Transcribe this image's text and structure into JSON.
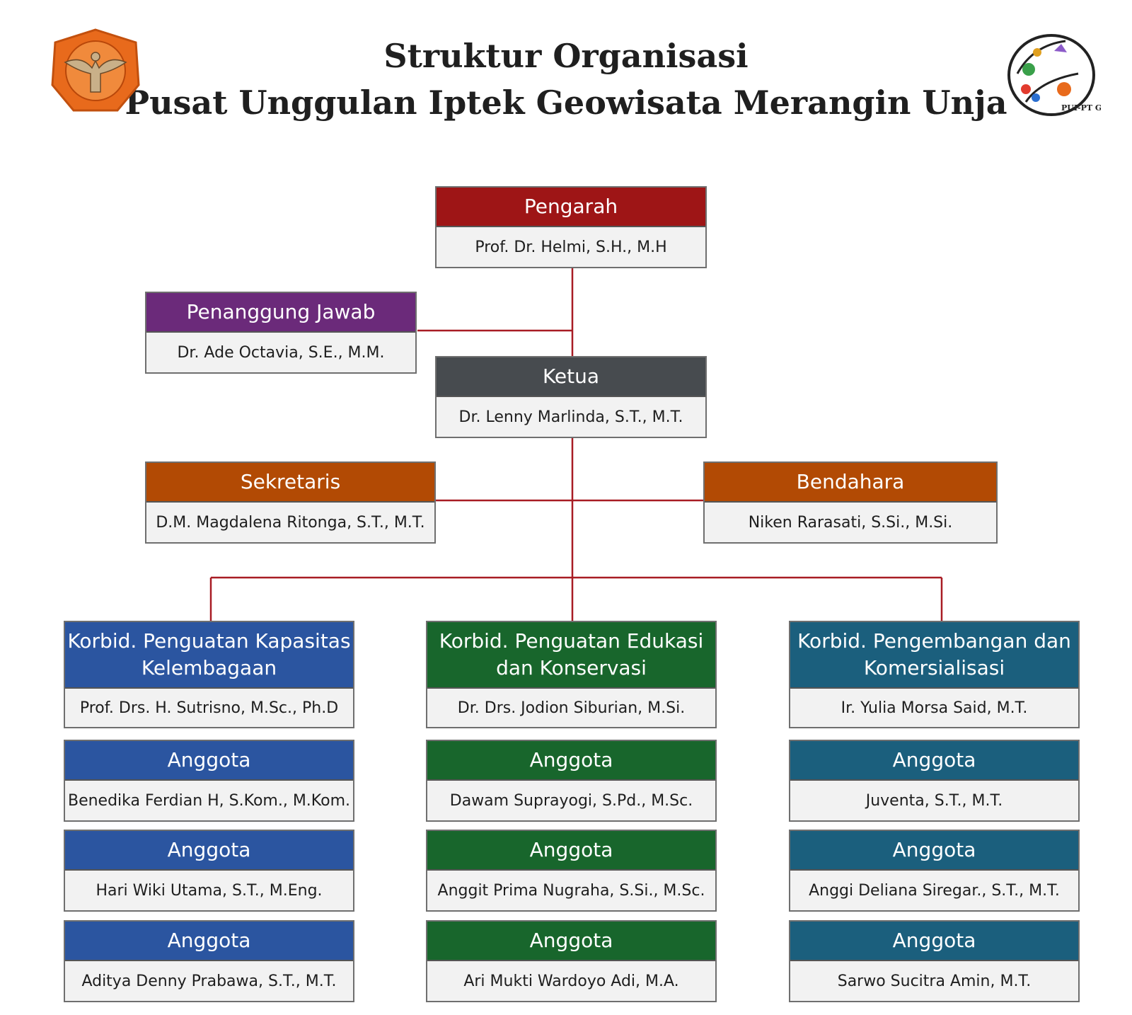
{
  "title": {
    "line1": "Struktur Organisasi",
    "line2": "Pusat Unggulan Iptek Geowisata Merangin Unja"
  },
  "logos": {
    "left": "university-seal",
    "right": "geowisata-gemar-logo",
    "right_text": "PUI-PT GEMAR"
  },
  "colors": {
    "connector": "#a81c24",
    "pengarah": "#9e1516",
    "penanggung_jawab": "#6b2a7a",
    "ketua": "#474b4f",
    "sekretaris_bendahara": "#b24a04",
    "kapasitas": "#2b55a0",
    "edukasi": "#18662c",
    "komersialisasi": "#1b5f7d"
  },
  "pengarah": {
    "role": "Pengarah",
    "name": "Prof. Dr. Helmi, S.H., M.H"
  },
  "penanggung_jawab": {
    "role": "Penanggung Jawab",
    "name": "Dr. Ade Octavia, S.E., M.M."
  },
  "ketua": {
    "role": "Ketua",
    "name": "Dr. Lenny Marlinda, S.T., M.T."
  },
  "sekretaris": {
    "role": "Sekretaris",
    "name": "D.M. Magdalena Ritonga, S.T., M.T."
  },
  "bendahara": {
    "role": "Bendahara",
    "name": "Niken Rarasati, S.Si., M.Si."
  },
  "divisions": [
    {
      "role": "Korbid. Penguatan Kapasitas Kelembagaan",
      "name": "Prof. Drs. H. Sutrisno, M.Sc., Ph.D",
      "members": [
        {
          "role": "Anggota",
          "name": "Benedika Ferdian H,  S.Kom., M.Kom."
        },
        {
          "role": "Anggota",
          "name": "Hari Wiki Utama, S.T., M.Eng."
        },
        {
          "role": "Anggota",
          "name": "Aditya Denny Prabawa, S.T., M.T."
        }
      ]
    },
    {
      "role": "Korbid. Penguatan Edukasi dan Konservasi",
      "name": "Dr. Drs. Jodion Siburian, M.Si.",
      "members": [
        {
          "role": "Anggota",
          "name": "Dawam Suprayogi, S.Pd., M.Sc."
        },
        {
          "role": "Anggota",
          "name": "Anggit Prima Nugraha, S.Si., M.Sc."
        },
        {
          "role": "Anggota",
          "name": "Ari Mukti Wardoyo Adi, M.A."
        }
      ]
    },
    {
      "role": "Korbid. Pengembangan dan Komersialisasi",
      "name": "Ir. Yulia Morsa Said, M.T.",
      "members": [
        {
          "role": "Anggota",
          "name": "Juventa, S.T., M.T."
        },
        {
          "role": "Anggota",
          "name": "Anggi Deliana Siregar., S.T., M.T."
        },
        {
          "role": "Anggota",
          "name": "Sarwo Sucitra Amin, M.T."
        }
      ]
    }
  ]
}
